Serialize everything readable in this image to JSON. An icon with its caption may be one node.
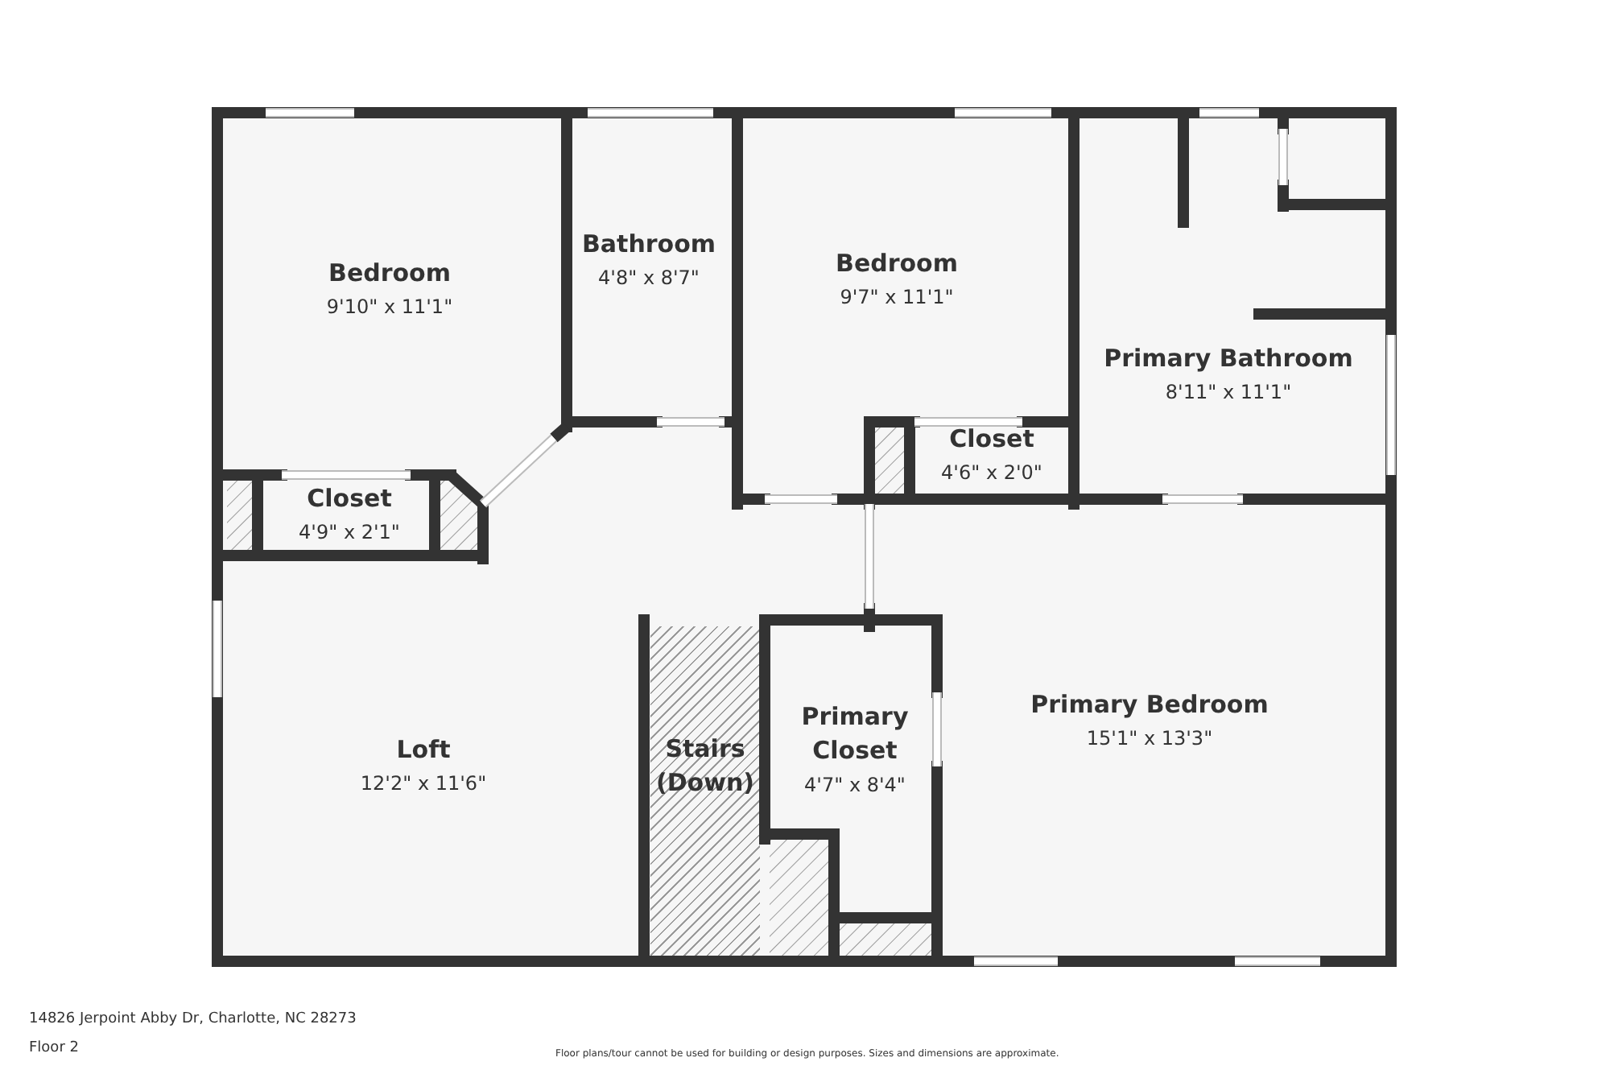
{
  "diagram": {
    "nodes": [
      {
        "text": [
          "Bedroom",
          "9'10\" x 11'1\""
        ]
      },
      {
        "text": [
          "Bathroom",
          "4'8\" x 8'7\""
        ]
      },
      {
        "text": [
          "Bedroom",
          "9'7\" x 11'1\""
        ]
      },
      {
        "text": [
          "Primary Bathroom",
          "8'11\" x 11'1\""
        ]
      },
      {
        "text": [
          "Closet",
          "4'9\" x 2'1\""
        ]
      },
      {
        "text": [
          "Closet",
          "4'6\" x 2'0\""
        ]
      },
      {
        "text": [
          "Loft",
          "12'2\" x 11'6\""
        ]
      },
      {
        "text": [
          "Stairs (Down)"
        ]
      },
      {
        "text": [
          "Primary Closet",
          "4'7\" x 8'4\""
        ]
      },
      {
        "text": [
          "Primary Bedroom",
          "15'1\" x 13'3\""
        ]
      }
    ],
    "labels": [
      "14826 Jerpoint Abby Dr, Charlotte, NC 28273",
      "Floor 2",
      "Floor plans/tour cannot be used for building or design purposes. Sizes and dimensions are approximate."
    ]
  }
}
